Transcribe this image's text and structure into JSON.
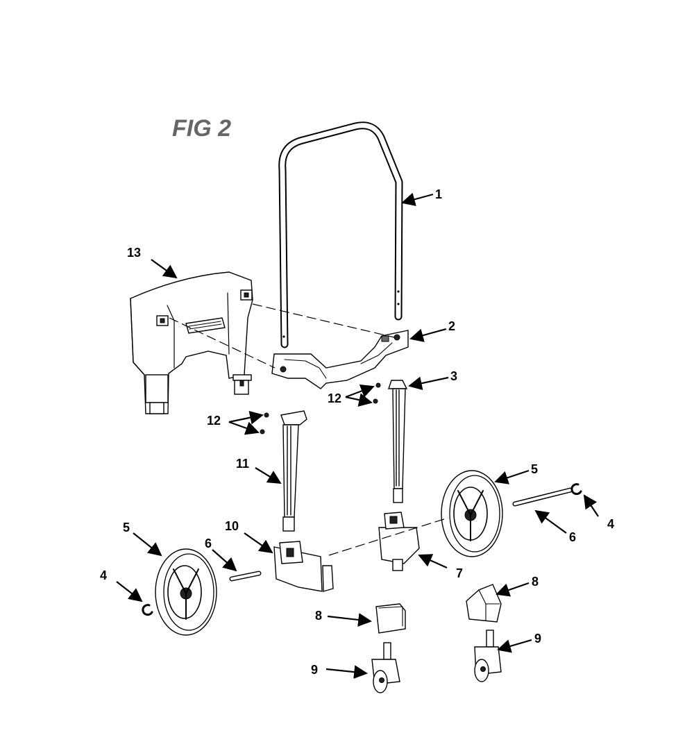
{
  "figure": {
    "title": "FIG 2"
  },
  "callouts": [
    "1",
    "2",
    "3",
    "4",
    "5",
    "6",
    "7",
    "8",
    "9",
    "10",
    "11",
    "12",
    "13"
  ]
}
